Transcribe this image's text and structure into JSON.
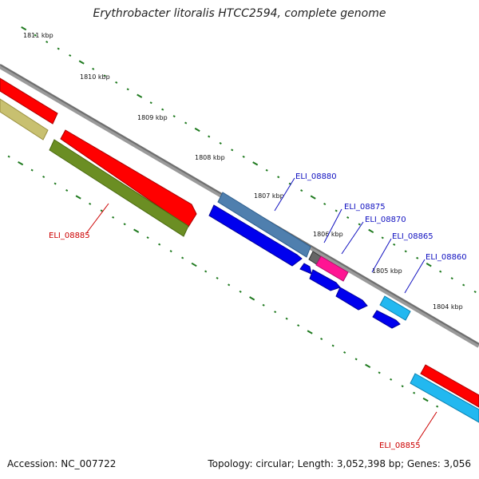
{
  "title": "Erythrobacter litoralis HTCC2594, complete genome",
  "footer": {
    "accession": "Accession: NC_007722",
    "topology": "Topology: circular; Length: 3,052,398 bp; Genes: 3,056"
  },
  "colors": {
    "backbone": "#777777",
    "tick": "#1f7a1f",
    "label_blue": "#1010c0",
    "label_red": "#cc0000"
  },
  "scale_labels": [
    "1811 kbp",
    "1810 kbp",
    "1809 kbp",
    "1808 kbp",
    "1807 kbp",
    "1806 kbp",
    "1805 kbp",
    "1804 kbp"
  ],
  "gene_labels": [
    {
      "text": "ELI_08880",
      "color": "blue"
    },
    {
      "text": "ELI_08875",
      "color": "blue"
    },
    {
      "text": "ELI_08870",
      "color": "blue"
    },
    {
      "text": "ELI_08865",
      "color": "blue"
    },
    {
      "text": "ELI_08860",
      "color": "blue"
    },
    {
      "text": "ELI_08885",
      "color": "red"
    },
    {
      "text": "ELI_08855",
      "color": "red"
    }
  ]
}
